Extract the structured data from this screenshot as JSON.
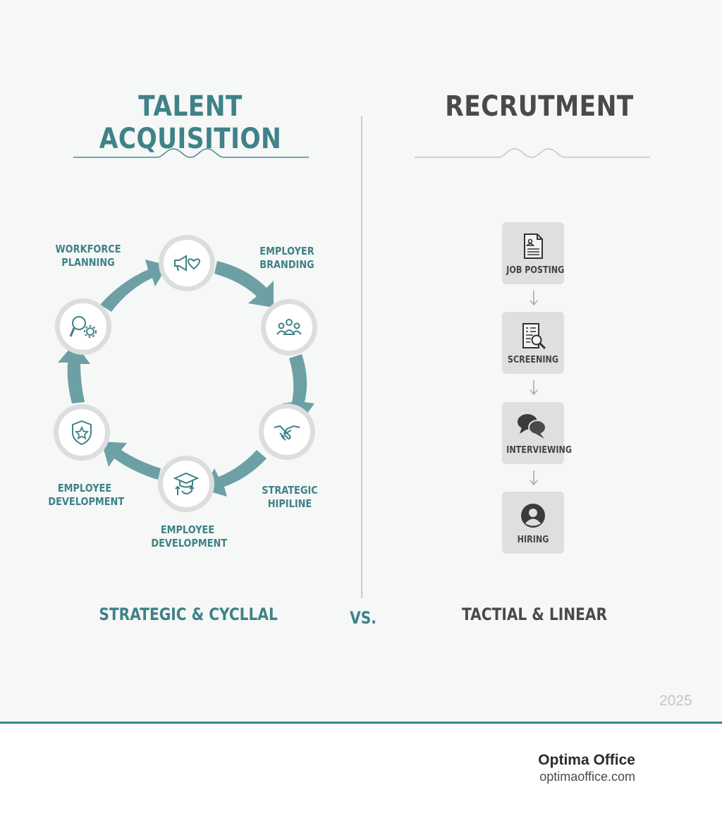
{
  "left_panel": {
    "title": "TALENT ACQUISITION",
    "color": "#3f8287",
    "cycle": [
      {
        "label_line1": "WORKFORCE",
        "label_line2": "PLANNING",
        "icon": "search-gear-icon"
      },
      {
        "label_line1": "EMPLOYER",
        "label_line2": "BRANDING",
        "icon": "megaphone-heart-icon"
      },
      {
        "label_line1": "",
        "label_line2": "",
        "icon": "people-group-icon"
      },
      {
        "label_line1": "STRATEGIC",
        "label_line2": "HIPILINE",
        "icon": "handshake-icon"
      },
      {
        "label_line1": "EMPLOYEE",
        "label_line2": "DEVELOPMENT",
        "icon": "graduation-cap-icon"
      },
      {
        "label_line1": "EMPLOYEE",
        "label_line2": "DEVELOPMENT",
        "icon": "shield-star-icon"
      }
    ],
    "caption": "STRATEGIC & CYCLLAL"
  },
  "vs_label": "VS.",
  "right_panel": {
    "title": "RECRUTMENT",
    "color": "#4a4a4a",
    "steps": [
      {
        "label": "JOB POSTING",
        "icon": "document-person-icon"
      },
      {
        "label": "SCREENING",
        "icon": "document-magnifier-icon"
      },
      {
        "label": "INTERVIEWING",
        "icon": "speech-bubbles-icon"
      },
      {
        "label": "HIRING",
        "icon": "person-circle-icon"
      }
    ],
    "caption": "TACTIAL & LINEAR"
  },
  "year": "2025",
  "footer": {
    "brand": "Optima Office",
    "url": "optimaoffice.com",
    "accent": "#3a8290"
  }
}
